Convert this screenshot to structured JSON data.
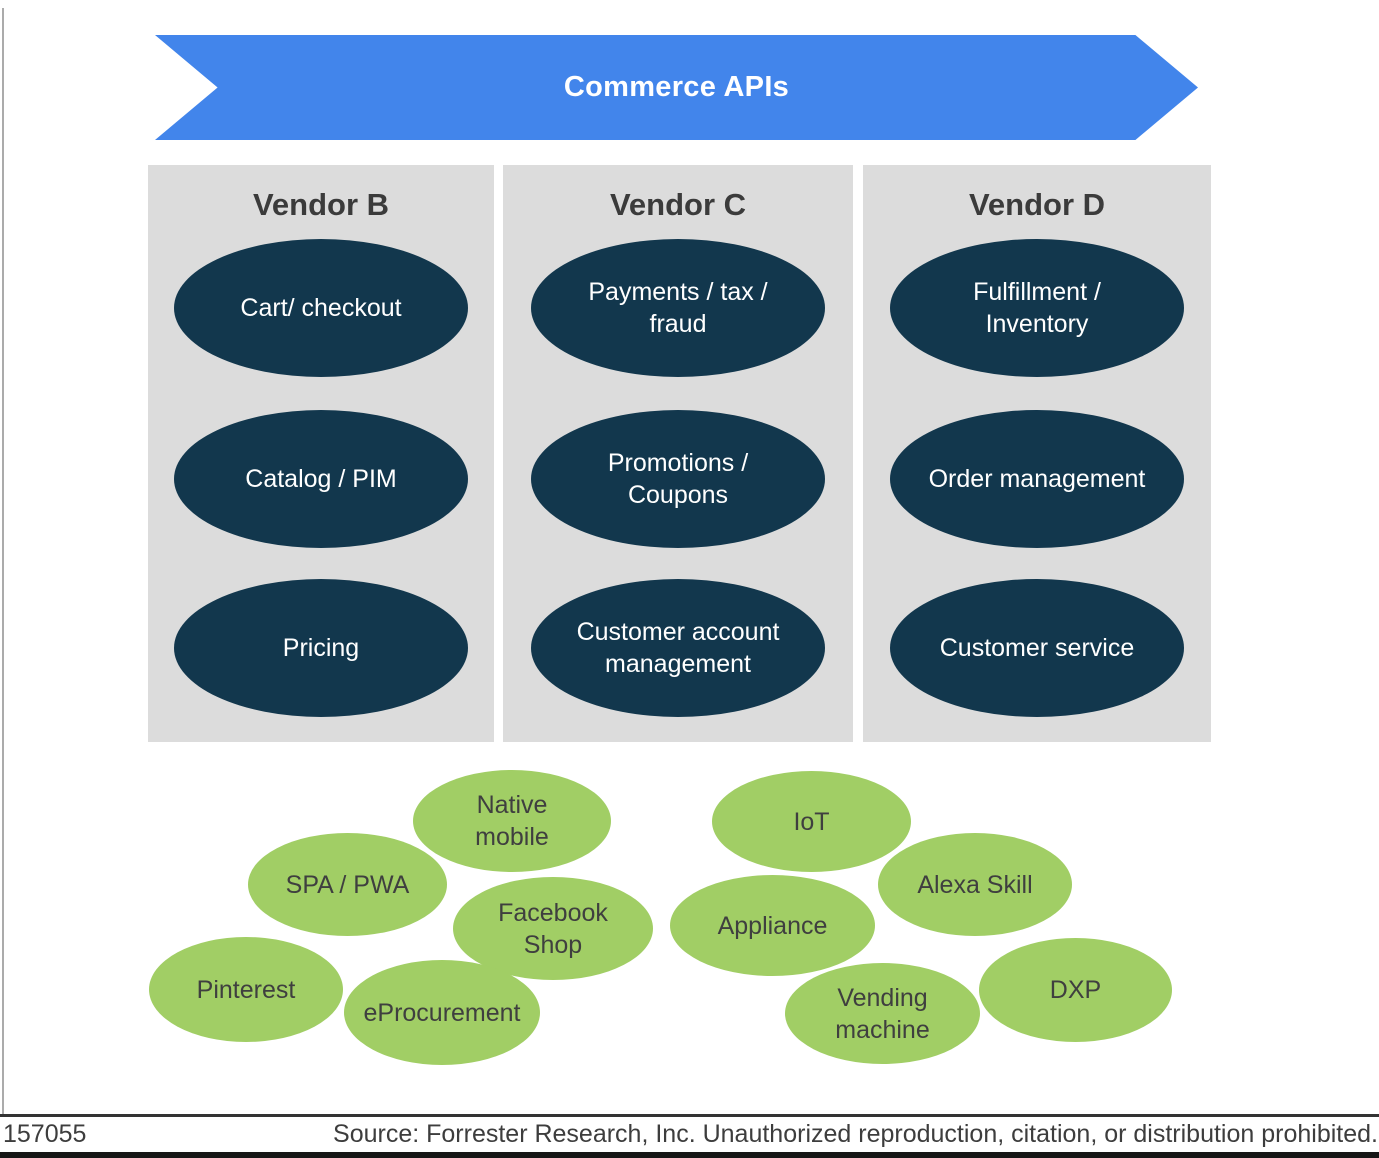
{
  "banner": {
    "label": "Commerce APIs"
  },
  "columns": [
    {
      "title": "Vendor B",
      "items": [
        "Cart/ checkout",
        "Catalog / PIM",
        "Pricing"
      ]
    },
    {
      "title": "Vendor C",
      "items": [
        "Payments / tax / fraud",
        "Promotions / Coupons",
        "Customer account management"
      ]
    },
    {
      "title": "Vendor D",
      "items": [
        "Fulfillment / Inventory",
        "Order management",
        "Customer service"
      ]
    }
  ],
  "touchpoints": [
    {
      "label": "Native mobile"
    },
    {
      "label": "SPA / PWA"
    },
    {
      "label": "Facebook Shop"
    },
    {
      "label": "Pinterest"
    },
    {
      "label": "eProcurement"
    },
    {
      "label": "IoT"
    },
    {
      "label": "Alexa Skill"
    },
    {
      "label": "Appliance"
    },
    {
      "label": "Vending machine"
    },
    {
      "label": "DXP"
    }
  ],
  "footer": {
    "report_id": "157055",
    "source": "Source: Forrester Research, Inc. Unauthorized reproduction, citation, or distribution prohibited."
  },
  "colors": {
    "banner_blue": "#4285EB",
    "capability_navy": "#12374D",
    "column_gray": "#DCDCDC",
    "touchpoint_green": "#A1CE65"
  }
}
